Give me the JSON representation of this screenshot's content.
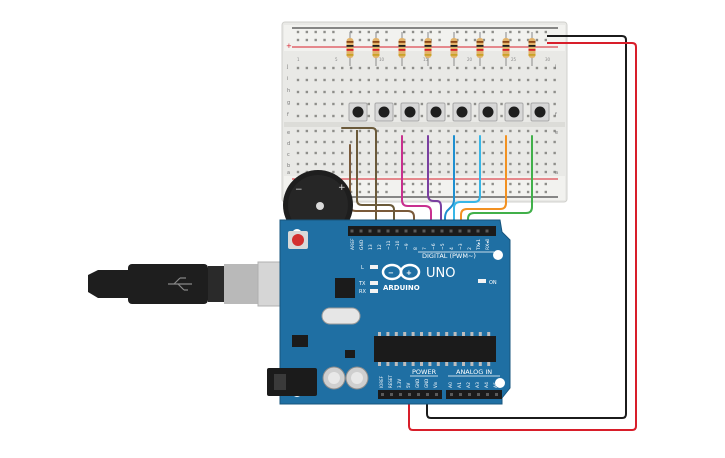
{
  "breadboard": {
    "row_letters_top": [
      "j",
      "i",
      "h",
      "g",
      "f"
    ],
    "row_letters_bottom": [
      "e",
      "d",
      "c",
      "b",
      "a"
    ],
    "column_numbers": [
      "1",
      "5",
      "10",
      "15",
      "20",
      "25",
      "30"
    ],
    "rail_plus": "+",
    "rail_minus": "−"
  },
  "arduino": {
    "brand": "ARDUINO",
    "model": "UNO",
    "digital_label": "DIGITAL (PWM~)",
    "power_label": "POWER",
    "analog_label": "ANALOG IN",
    "on_label": "ON",
    "led_labels": [
      "L",
      "TX",
      "RX"
    ],
    "digital_pins": [
      "AREF",
      "GND",
      "13",
      "12",
      "~11",
      "~10",
      "~9",
      "8",
      "7",
      "~6",
      "~5",
      "4",
      "~3",
      "2",
      "TX▸1",
      "RX◂0"
    ],
    "power_pins": [
      "IOREF",
      "RESET",
      "3.3V",
      "5V",
      "GND",
      "GND",
      "Vin"
    ],
    "analog_pins": [
      "A0",
      "A1",
      "A2",
      "A3",
      "A4",
      "A5"
    ]
  },
  "buzzer": {
    "minus": "−",
    "plus": "+"
  },
  "colors": {
    "board_blue": "#1f6fa3",
    "wire_red": "#d81e2a",
    "wire_black": "#1b1b1b",
    "wire_colors": [
      "#6b5a3a",
      "#7a5a3a",
      "#c8308f",
      "#7a3fa0",
      "#1d8fd0",
      "#38b6e6",
      "#f29121",
      "#41b04a"
    ]
  }
}
